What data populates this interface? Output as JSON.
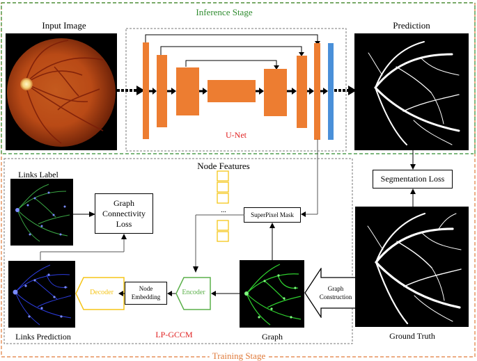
{
  "title_inference": "Inference Stage",
  "title_training": "Training Stage",
  "input_label": "Input Image",
  "prediction_label": "Prediction",
  "unet_label": "U-Net",
  "node_features_label": "Node Features",
  "node_features_ellipsis": "...",
  "segmentation_loss": "Segmentation Loss",
  "links_label": "Links Label",
  "graph_connectivity_loss_lines": [
    "Graph",
    "Connectivity",
    "Loss"
  ],
  "superpixel_mask": "SuperPixel Mask",
  "node_embedding_lines": [
    "Node",
    "Embedding"
  ],
  "decoder": "Decoder",
  "encoder": "Encoder",
  "graph_construction_lines": [
    "Graph",
    "Construction"
  ],
  "links_prediction_label": "Links Prediction",
  "lpgccm_label": "LP-GCCM",
  "graph_label": "Graph",
  "ground_truth_label": "Ground Truth",
  "colors": {
    "stage_border": "#e07a3a",
    "inference_title": "#2e8b2e",
    "training_title": "#e07a3a",
    "unet_block": "#ed7d31",
    "unet_output": "#4a90d9",
    "module_label": "#e02020",
    "decoder_yellow": "#f5c518",
    "encoder_green": "#5bb04a"
  }
}
